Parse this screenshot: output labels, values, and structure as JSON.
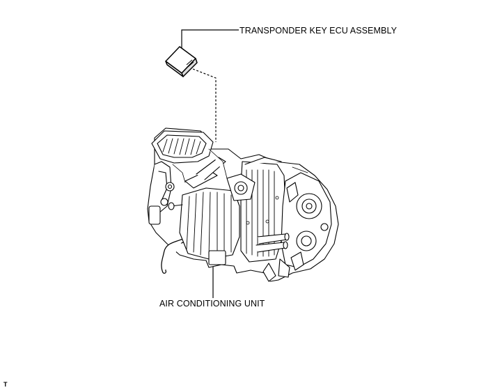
{
  "labels": {
    "ecu": "TRANSPONDER KEY ECU ASSEMBLY",
    "ac_unit": "AIR CONDITIONING UNIT"
  },
  "figure_code": "T",
  "colors": {
    "line": "#000000",
    "background": "#ffffff"
  }
}
